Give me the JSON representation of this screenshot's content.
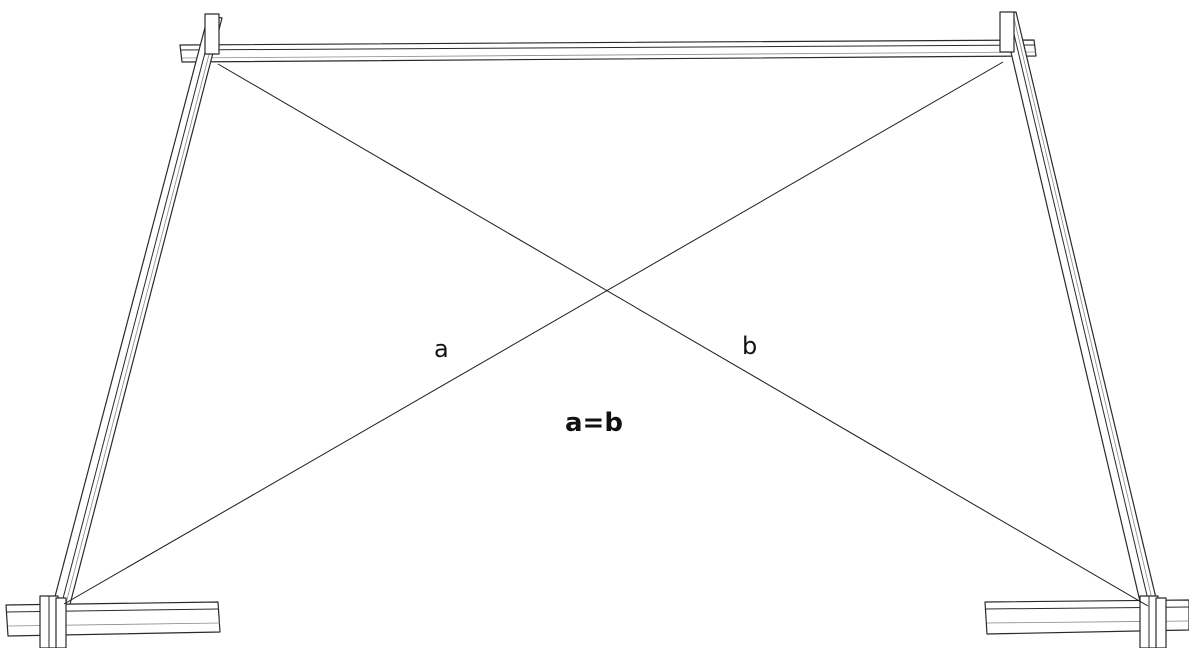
{
  "labels": {
    "diagonal_a": "a",
    "diagonal_b": "b",
    "equation": "a=b"
  },
  "colors": {
    "line": "#1a1a1a",
    "timber_outline": "#2a2a2a",
    "background": "#ffffff"
  }
}
